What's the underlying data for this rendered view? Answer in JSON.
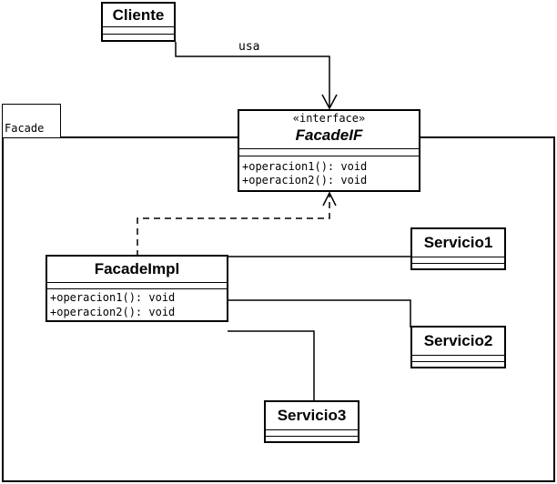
{
  "package": {
    "name": "Facade"
  },
  "client": {
    "name": "Cliente"
  },
  "association": {
    "label": "usa"
  },
  "interface": {
    "stereotype": "«interface»",
    "name": "FacadeIF",
    "operations": [
      "+operacion1(): void",
      "+operacion2(): void"
    ]
  },
  "impl": {
    "name": "FacadeImpl",
    "operations": [
      "+operacion1(): void",
      "+operacion2(): void"
    ]
  },
  "services": {
    "s1": {
      "name": "Servicio1"
    },
    "s2": {
      "name": "Servicio2"
    },
    "s3": {
      "name": "Servicio3"
    }
  }
}
